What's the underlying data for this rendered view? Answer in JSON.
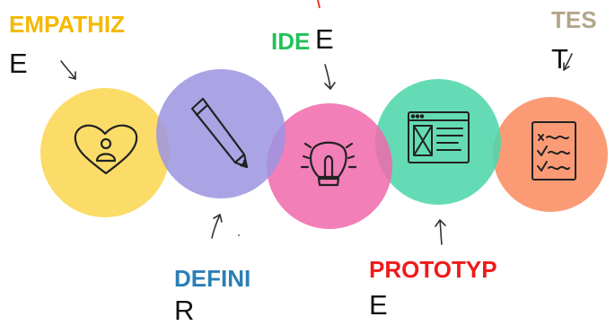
{
  "stages": [
    {
      "id": "empathize",
      "label_part1": "EMPATHIZ",
      "label_part2": "E",
      "color": "#f5b800",
      "circle_color": "#fbd95b",
      "icon": "heart-person-icon"
    },
    {
      "id": "define",
      "label_part1": "DEFINI",
      "label_part2": "R",
      "color": "#2a7fb5",
      "circle_color": "#9b94e0",
      "icon": "pencil-icon"
    },
    {
      "id": "ideate",
      "label_part1": "IDE",
      "label_part2": "E",
      "color": "#23c15a",
      "circle_color": "#f168ac",
      "icon": "lightbulb-icon"
    },
    {
      "id": "prototype",
      "label_part1": "PROTOTYP",
      "label_part2": "E",
      "color": "#ee1a1a",
      "circle_color": "#4fd6ab",
      "icon": "browser-wireframe-icon"
    },
    {
      "id": "test",
      "label_part1": "TES",
      "label_part2": "T",
      "color": "#b3a58a",
      "circle_color": "#fb926a",
      "icon": "checklist-icon"
    }
  ],
  "colors": {
    "ink": "#222222",
    "top_accent": "#e23a2a"
  }
}
